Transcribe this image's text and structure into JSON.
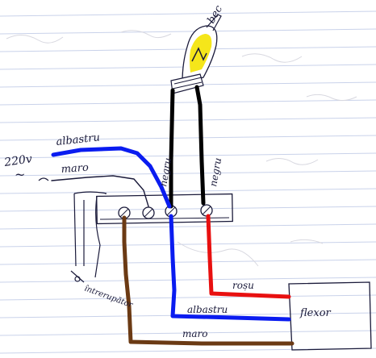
{
  "labels": {
    "bulb": "bec",
    "supply_voltage": "220v",
    "supply_symbol": "~",
    "albastru_top": "albastru",
    "maro_top": "maro",
    "negru_left": "negru",
    "negru_right": "negru",
    "switch": "întrerupător",
    "rosu": "roșu",
    "albastru_bottom": "albastru",
    "maro_bottom": "maro",
    "flexor": "flexor"
  },
  "wire_colors": {
    "black": "#000000",
    "blue": "#0a1cf0",
    "brown": "#6b3a14",
    "red": "#e81010",
    "bulb_yellow": "#f5e61a"
  },
  "terminal_block": {
    "terminal_count": 4
  }
}
